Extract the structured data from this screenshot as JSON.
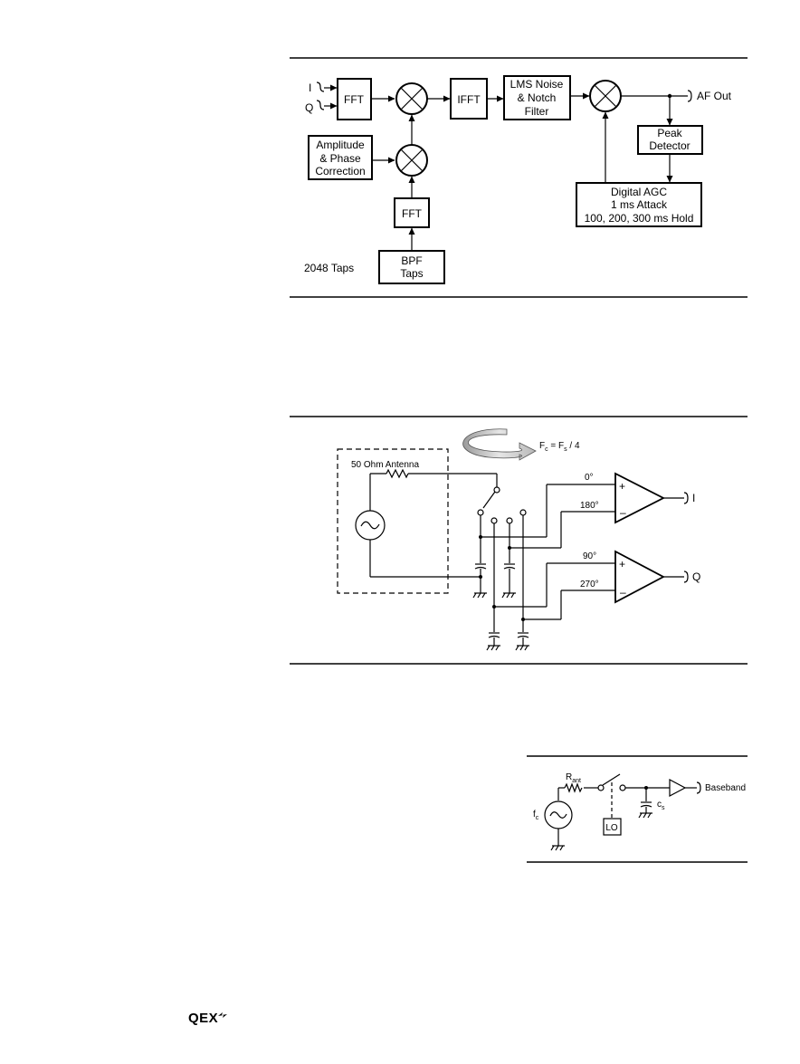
{
  "figure1": {
    "inputs": {
      "i": "I",
      "q": "Q"
    },
    "fft1": "FFT",
    "ifft": "IFFT",
    "lms": [
      "LMS Noise",
      "& Notch",
      "Filter"
    ],
    "af_out": "AF Out",
    "peak_detector": [
      "Peak",
      "Detector"
    ],
    "amp_phase": [
      "Amplitude",
      "& Phase",
      "Correction"
    ],
    "fft2": "FFT",
    "agc": [
      "Digital AGC",
      "1 ms Attack",
      "100, 200, 300 ms Hold"
    ],
    "bpf": [
      "BPF",
      "Taps"
    ],
    "taps_label": "2048 Taps"
  },
  "figure2": {
    "rotation_label_main": "F",
    "rotation_sub_c": "c",
    "rotation_eq": " = F",
    "rotation_sub_s": "s",
    "rotation_div": " / 4",
    "antenna_label": "50 Ohm Antenna",
    "phase_0": "0°",
    "phase_180": "180°",
    "phase_90": "90°",
    "phase_270": "270°",
    "out_i": "I",
    "out_q": "Q",
    "plus": "+",
    "minus": "–"
  },
  "figure3": {
    "r_ant_main": "R",
    "r_ant_sub": "ant",
    "fc_main": "f",
    "fc_sub": "c",
    "cs_main": "c",
    "cs_sub": "s",
    "lo": "LO",
    "baseband": "Baseband"
  },
  "footer": {
    "logo": "QEX"
  }
}
